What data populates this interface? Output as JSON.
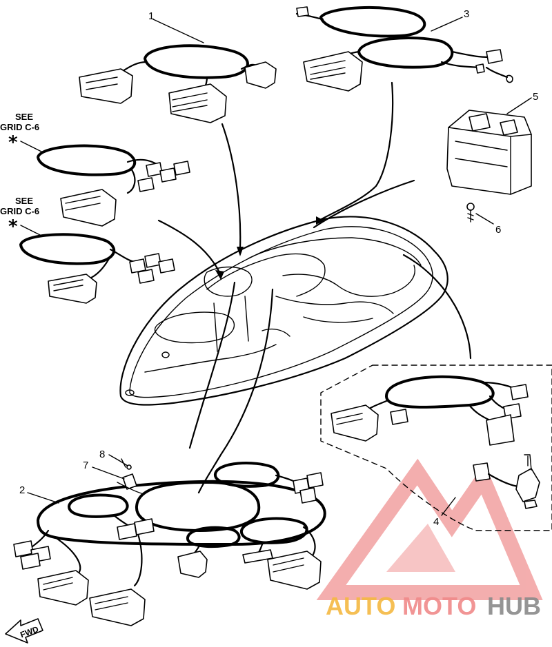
{
  "callouts": {
    "c1": "1",
    "c2": "2",
    "c3": "3",
    "c4": "4",
    "c5": "5",
    "c6": "6",
    "c7": "7",
    "c8": "8"
  },
  "notes": {
    "see_a": "SEE",
    "grid_a": "GRID C-6",
    "star_a": "*",
    "see_b": "SEE",
    "grid_b": "GRID C-6",
    "star_b": "*"
  },
  "direction_label": "FWD",
  "watermark": {
    "part1": "AUTO",
    "part2": "MOTO",
    "part3": "HUB",
    "colors": {
      "auto": "#f5b942",
      "moto": "#f08a8a",
      "hub": "#8a8a8a",
      "logo": "#f2a0a0"
    }
  }
}
